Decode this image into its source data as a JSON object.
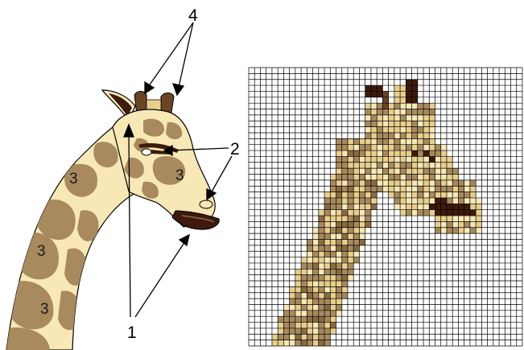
{
  "labels": {
    "horns": "4",
    "eye_nose": "2",
    "outline": "1",
    "patch": "3"
  },
  "colors": {
    "background": "#ffffff",
    "skin_light": "#f7e8b6",
    "skin_mid": "#e8cf8c",
    "patch": "#a88a5e",
    "patch_dark": "#8a6b43",
    "dark_brown": "#3d1a0c",
    "ossicone": "#6b4426",
    "outline": "#000000",
    "grid_line": "#000000"
  },
  "grid": {
    "columns": 47,
    "rows": 47
  }
}
